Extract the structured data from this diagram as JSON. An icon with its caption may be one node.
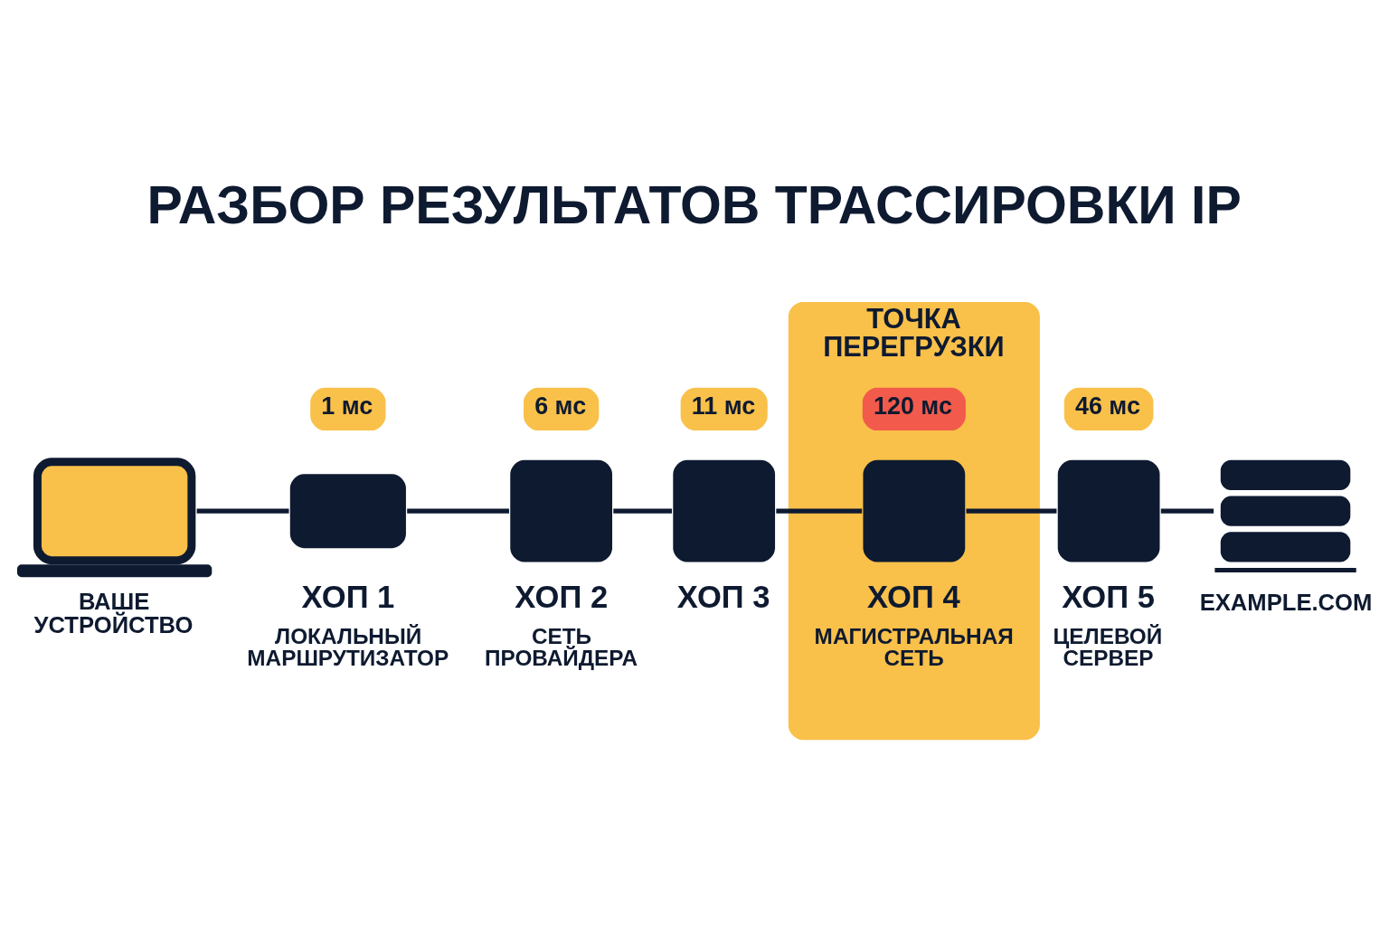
{
  "diagram": {
    "title": "РАЗБОР РЕЗУЛЬТАТОВ ТРАССИРОВКИ IP",
    "nodes": [
      {
        "text": [
          "ВАШЕ УСТРОЙСТВО"
        ]
      },
      {
        "text": [
          "ХОП 1",
          "ЛОКАЛЬНЫЙ МАРШРУТИЗАТОР"
        ],
        "beside": [
          "1 мс"
        ]
      },
      {
        "text": [
          "ХОП 2",
          "СЕТЬ ПРОВАЙДЕРА"
        ],
        "beside": [
          "6 мс"
        ]
      },
      {
        "text": [
          "ХОП 3"
        ],
        "beside": [
          "11 мс"
        ]
      },
      {
        "text": [
          "ТОЧКА ПЕРЕГРУЗКИ"
        ]
      },
      {
        "text": [
          "ХОП 4",
          "МАГИСТРАЛЬНАЯ СЕТЬ"
        ],
        "beside": [
          "120 мс"
        ],
        "in": 4
      },
      {
        "text": [
          "ХОП 5",
          "ЦЕЛЕВОЙ СЕРВЕР"
        ],
        "beside": [
          "46 мс"
        ]
      },
      {
        "text": [
          "EXAMPLE.COM"
        ]
      }
    ],
    "edges": [
      {
        "from": 0,
        "to": 1,
        "arrow": "none"
      },
      {
        "from": 1,
        "to": 2,
        "arrow": "none"
      },
      {
        "from": 2,
        "to": 3,
        "arrow": "none"
      },
      {
        "from": 3,
        "to": 5,
        "arrow": "none"
      },
      {
        "from": 5,
        "to": 6,
        "arrow": "none"
      },
      {
        "from": 6,
        "to": 7,
        "arrow": "none"
      }
    ]
  }
}
